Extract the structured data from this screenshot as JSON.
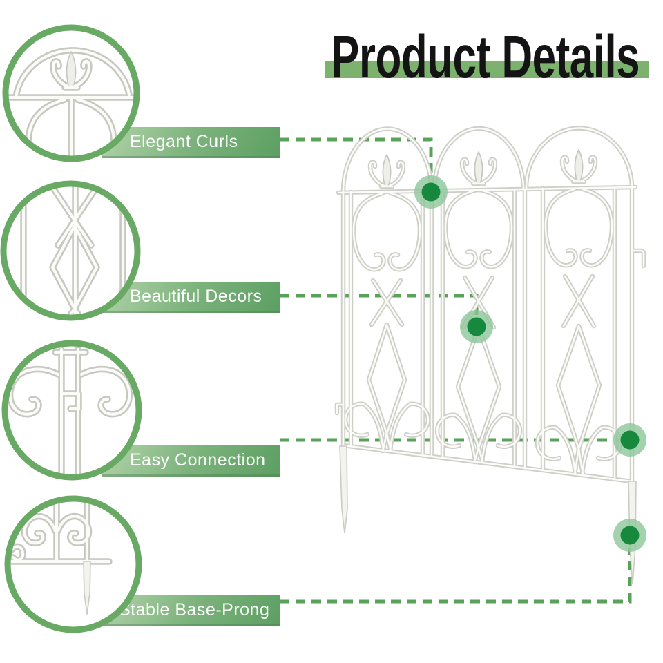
{
  "title": "Product Details",
  "features": [
    {
      "id": "elegant-curls",
      "label": "Elegant Curls"
    },
    {
      "id": "beautiful-decors",
      "label": "Beautiful Decors"
    },
    {
      "id": "easy-connection",
      "label": "Easy Connection"
    },
    {
      "id": "stable-base-prong",
      "label": "Stable Base-Prong"
    }
  ],
  "colors": {
    "title_underline_green": "#7cb26e",
    "label_bar_gradient_start": "#b2d3aa",
    "label_bar_gradient_end": "#5c9f63",
    "detail_circle_ring_green": "#68a964",
    "dashed_connector_green": "#58a25a",
    "marker_dot_core_green": "#17893e",
    "marker_dot_halo_green": "#8cc597",
    "fence_white": "#fbfbf8",
    "title_text_black": "#141414"
  }
}
